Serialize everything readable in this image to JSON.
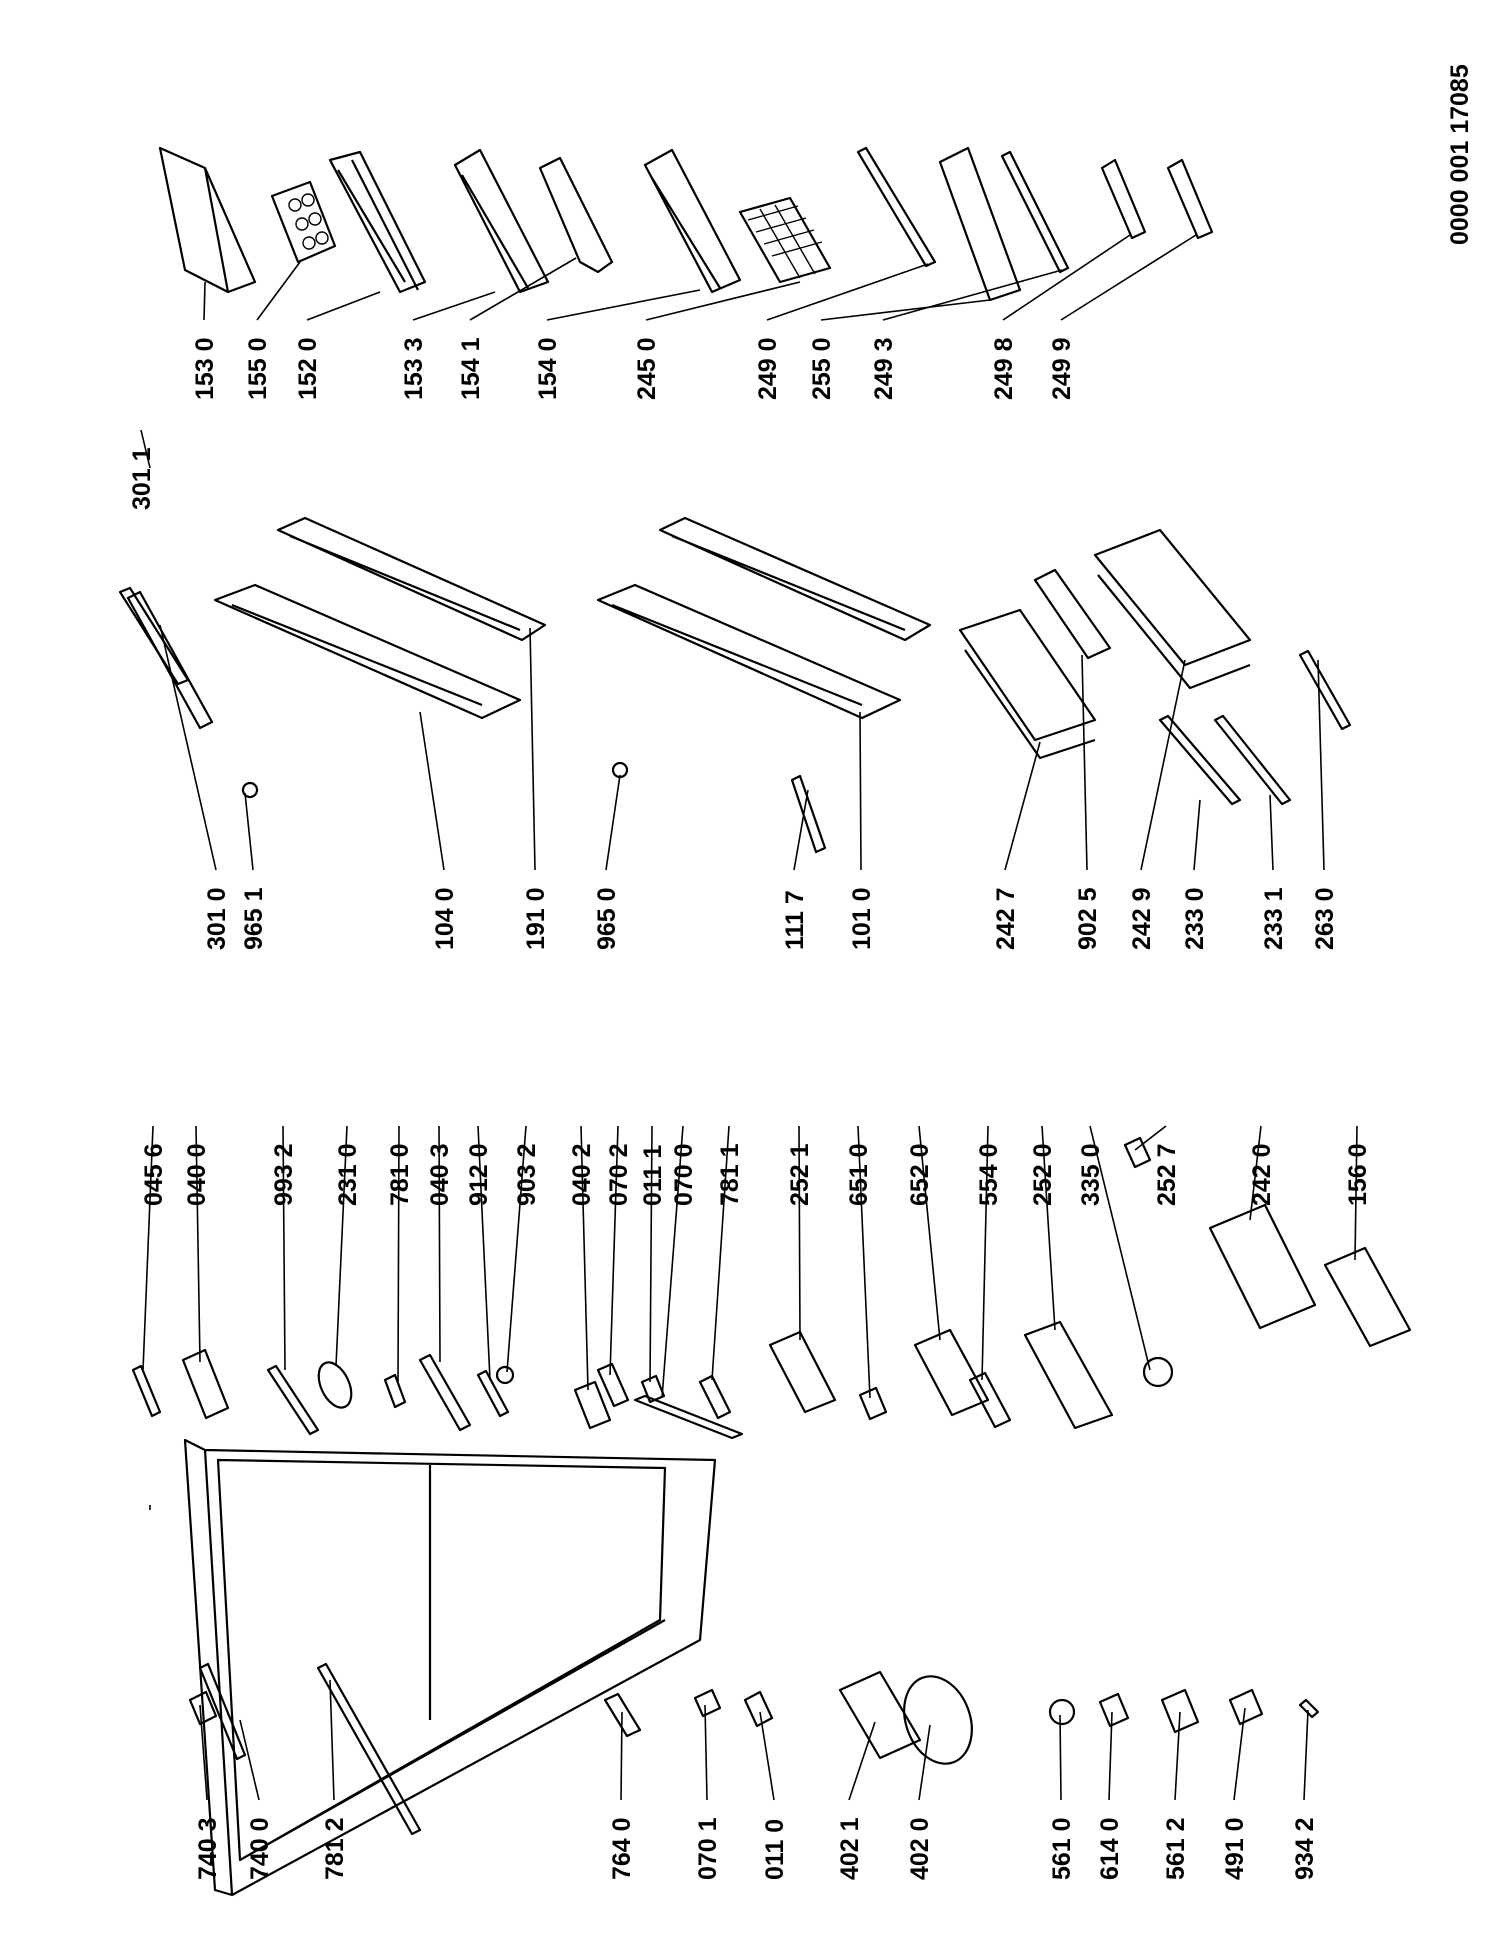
{
  "document_number": "0000 001 17085",
  "part_numbers": {
    "col1": [
      "740 3",
      "740 0",
      "781 2",
      "764 0",
      "070 1",
      "011 0",
      "402 1",
      "402 0",
      "561 0",
      "614 0",
      "561 2",
      "491 0",
      "934 2"
    ],
    "col2": [
      "045 6",
      "040 0",
      "993 2",
      "231 0",
      "781 0",
      "040 3",
      "912 0",
      "903 2",
      "040 2",
      "070 2",
      "011 1",
      "070 0",
      "781 1",
      "252 1",
      "651 0",
      "652 0",
      "554 0",
      "252 0",
      "335 0",
      "252 7",
      "242 0",
      "156 0"
    ],
    "col3": [
      "301 0",
      "965 1",
      "104 0",
      "191 0",
      "965 0",
      "111 7",
      "101 0",
      "242 7",
      "902 5",
      "242 9",
      "233 0",
      "233 1",
      "263 0"
    ],
    "col4": [
      "301 1"
    ],
    "col5": [
      "153 0",
      "155 0",
      "152 0",
      "153 3",
      "154 1",
      "154 0",
      "245 0",
      "249 0",
      "255 0",
      "249 3",
      "249 8",
      "249 9"
    ]
  }
}
